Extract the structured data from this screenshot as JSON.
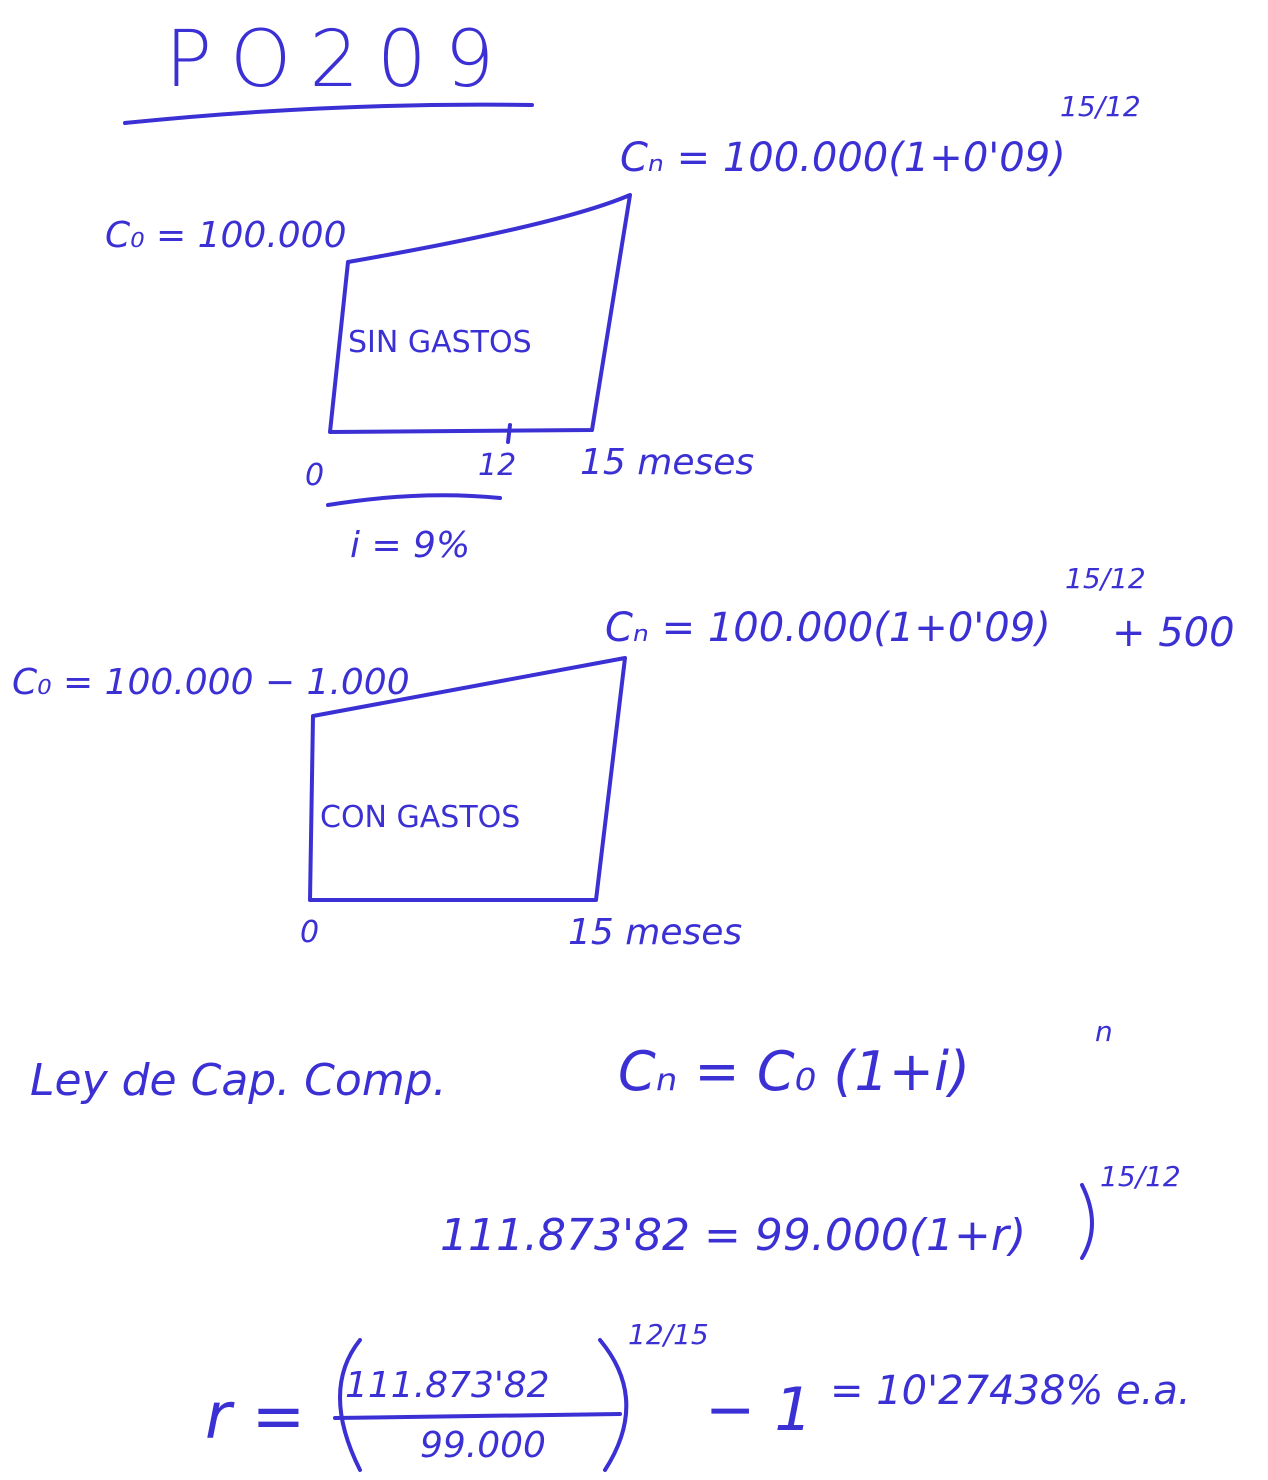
{
  "title": "PO209",
  "diagram_sin_gastos": {
    "c0_label": "C₀ = 100.000",
    "cn_label": "Cₙ = 100.000(1+0'09)",
    "cn_exponent": "15/12",
    "box_label": "SIN GASTOS",
    "axis_start": "0",
    "axis_mid": "12",
    "axis_end": "15 meses",
    "rate_label": "i = 9%"
  },
  "diagram_con_gastos": {
    "c0_label": "C₀ = 100.000 − 1.000",
    "cn_label": "Cₙ = 100.000(1+0'09)",
    "cn_exponent": "15/12",
    "cn_suffix": "+ 500",
    "box_label": "CON GASTOS",
    "axis_start": "0",
    "axis_end": "15 meses"
  },
  "law": {
    "label": "Ley de Cap. Comp.",
    "formula": "Cₙ = C₀ (1+i)",
    "exponent": "n"
  },
  "equation": {
    "lhs": "111.873'82 = 99.000(1+r)",
    "exponent": "15/12"
  },
  "solution": {
    "r_label": "r =",
    "numerator": "111.873'82",
    "denominator": "99.000",
    "exponent": "12/15",
    "minus_one": "− 1",
    "result": "= 10'27438% e.a."
  },
  "colors": {
    "ink": "#3b30d4",
    "paper": "#ffffff"
  }
}
